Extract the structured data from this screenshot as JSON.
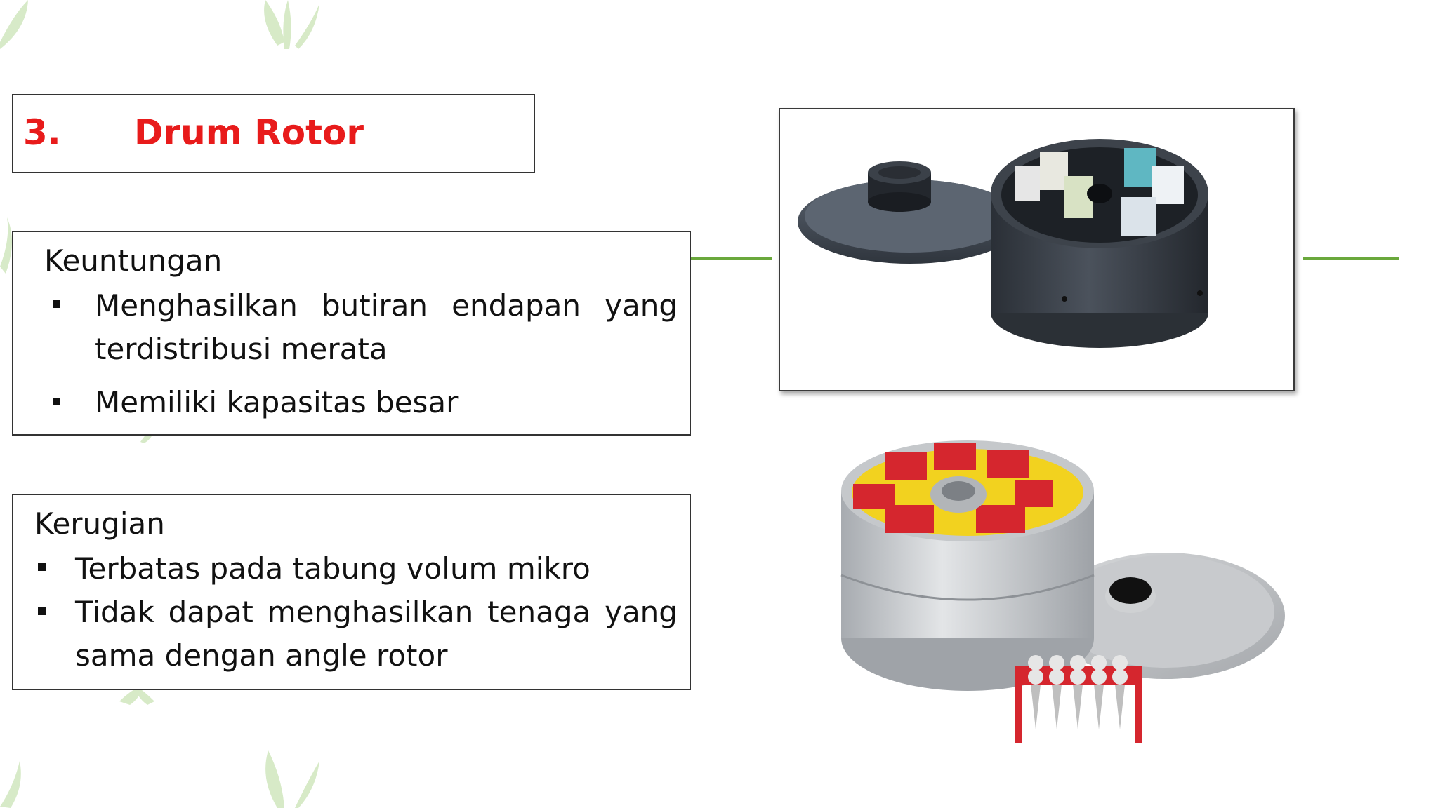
{
  "title": {
    "number": "3.",
    "text": "Drum Rotor"
  },
  "advantages": {
    "heading": "Keuntungan",
    "item1_line1_words": [
      "Menghasilkan",
      "butiran",
      "endapan",
      "yang"
    ],
    "item1_line2": "terdistribusi merata",
    "item2": "Memiliki kapasitas besar"
  },
  "disadvantages": {
    "heading": "Kerugian",
    "item1": "Terbatas pada tabung volum mikro",
    "item2_line1_words": [
      "Tidak",
      "dapat",
      "menghasilkan",
      "tenaga",
      "yang"
    ],
    "item2_line2": "sama dengan angle rotor"
  },
  "colors": {
    "title_red": "#e81b1b",
    "connector_green": "#6aa83c",
    "leaf_green": "#a9d08e"
  }
}
